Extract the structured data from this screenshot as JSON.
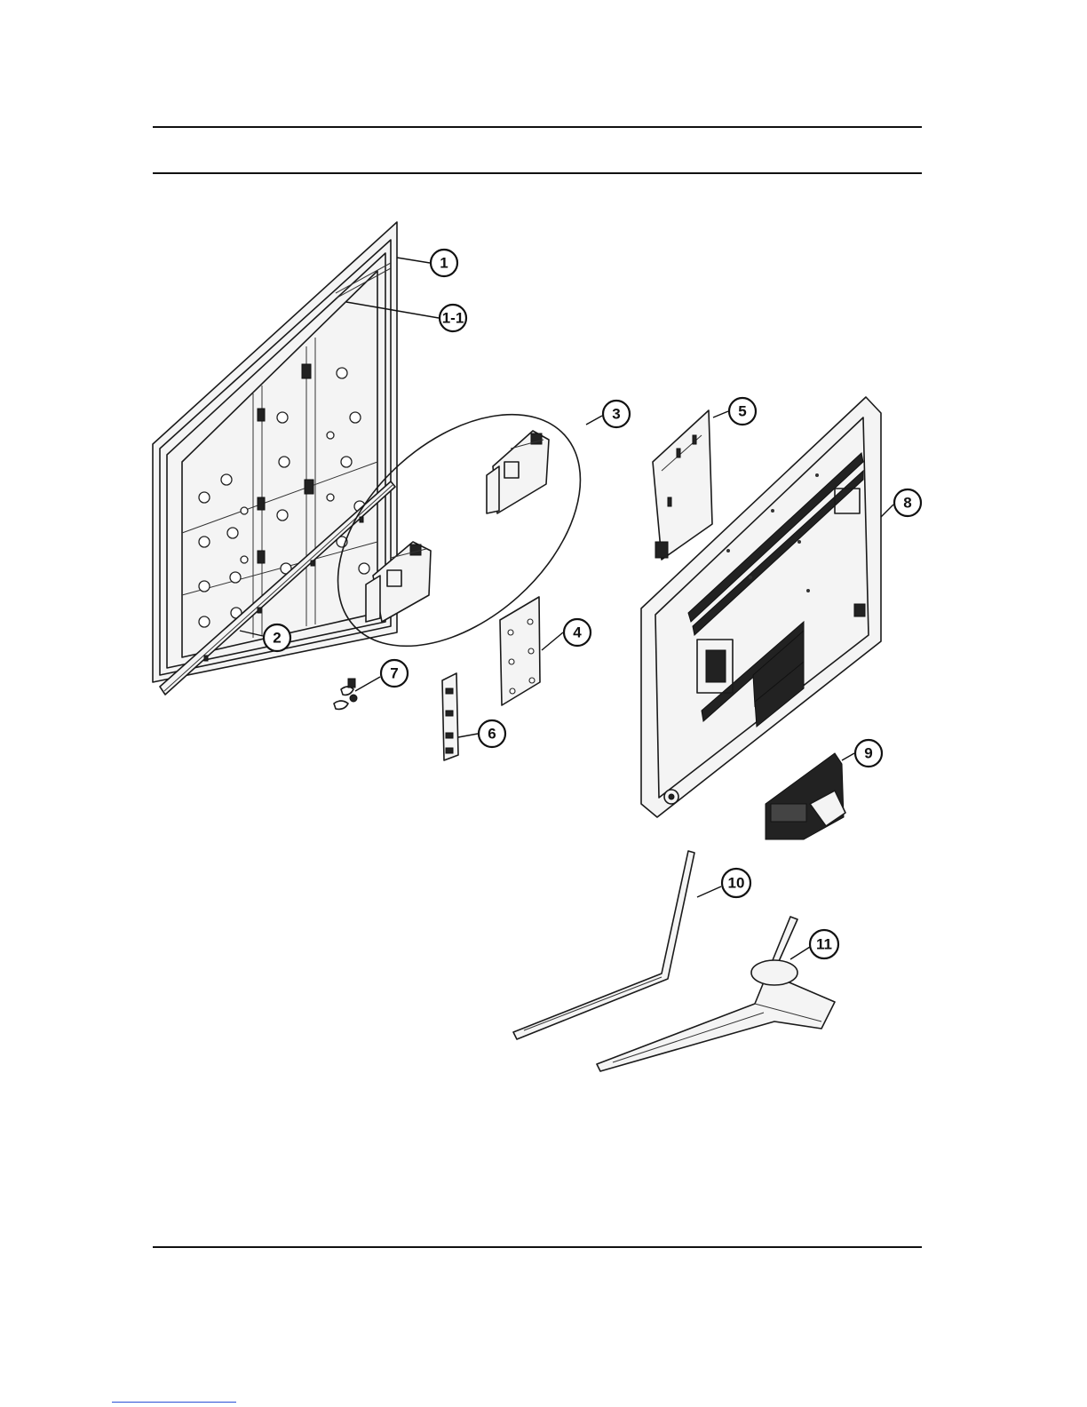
{
  "callouts": {
    "c1": "1",
    "c1_1": "1-1",
    "c2": "2",
    "c3": "3",
    "c4": "4",
    "c5": "5",
    "c6": "6",
    "c7": "7",
    "c8": "8",
    "c9": "9",
    "c10": "10",
    "c11": "11"
  }
}
